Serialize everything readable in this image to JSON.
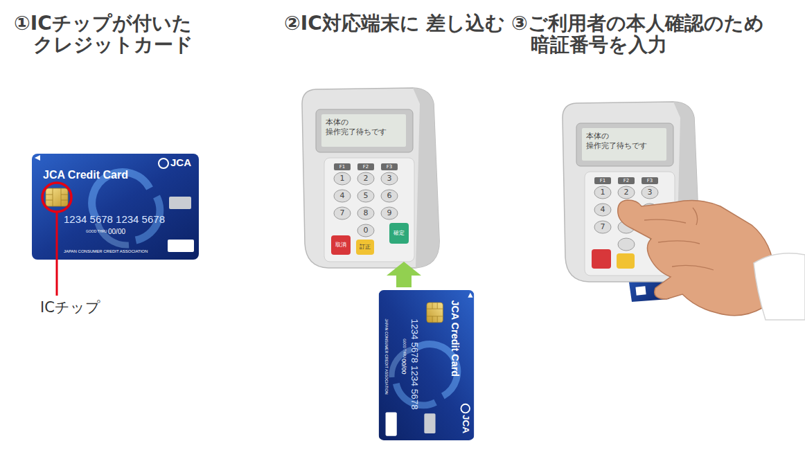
{
  "diagram": {
    "labels": [
      "①ICチップが付いた クレジットカード",
      "②IC対応端末に 差し込む",
      "③ご利用者の本人確認のため 暗証番号を入力",
      "ICチップ",
      "JCA Credit Card",
      "JCA",
      "1234 5678 1234 5678",
      "GOOD THRU",
      "00/00",
      "JAPAN CONSUMER CREDIT ASSOCIATION",
      "JCA Credit Card",
      "JCA",
      "1234 5678 1234 5678",
      "GOOD THRU",
      "00/00",
      "JAPAN CONSUMER CREDIT ASSOCIATION",
      "本体の 操作完了待ちです",
      "F1",
      "F2",
      "F3",
      "1",
      "2",
      "3",
      "4",
      "5",
      "6",
      "7",
      "8",
      "9",
      "0",
      "取消",
      "訂正",
      "確定",
      "本体の 操作完了待ちです",
      "F1",
      "F2",
      "F3",
      "1",
      "2",
      "3",
      "4",
      "7"
    ]
  }
}
